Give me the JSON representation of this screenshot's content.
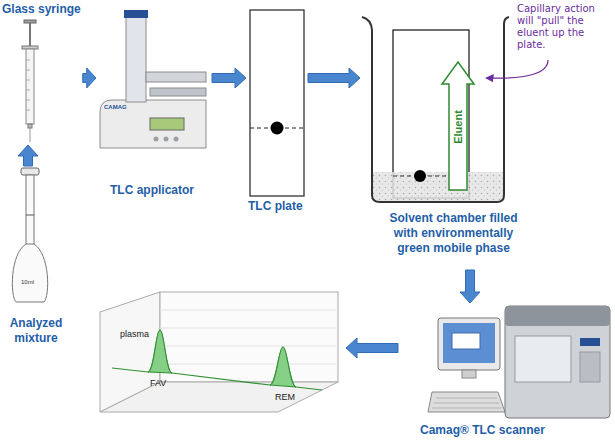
{
  "diagram": {
    "nodes": [
      {
        "text": [
          "Glass syringe"
        ]
      },
      {
        "text": [
          "TLC applicator"
        ]
      },
      {
        "text": [
          "TLC plate"
        ]
      },
      {
        "text": [
          "Solvent chamber filled with environmentally green mobile phase"
        ]
      },
      {
        "text": [
          "Camag® TLC scanner"
        ]
      },
      {
        "text": [
          "plasma",
          "FAV",
          "REM"
        ]
      },
      {
        "text": [
          "Analyzed mixture"
        ]
      }
    ],
    "edges": [
      {
        "from": 6,
        "to": 0,
        "arrow": "to"
      },
      {
        "from": 0,
        "to": 1,
        "arrow": "to"
      },
      {
        "from": 1,
        "to": 2,
        "arrow": "to"
      },
      {
        "from": 2,
        "to": 3,
        "arrow": "to"
      },
      {
        "from": 3,
        "to": 4,
        "arrow": "to"
      },
      {
        "from": 4,
        "to": 5,
        "arrow": "to"
      }
    ],
    "labels": [
      "Capillary action will \"pull\" the eluent up the plate.",
      "Eluent",
      "10ml",
      "CAMAG"
    ]
  }
}
